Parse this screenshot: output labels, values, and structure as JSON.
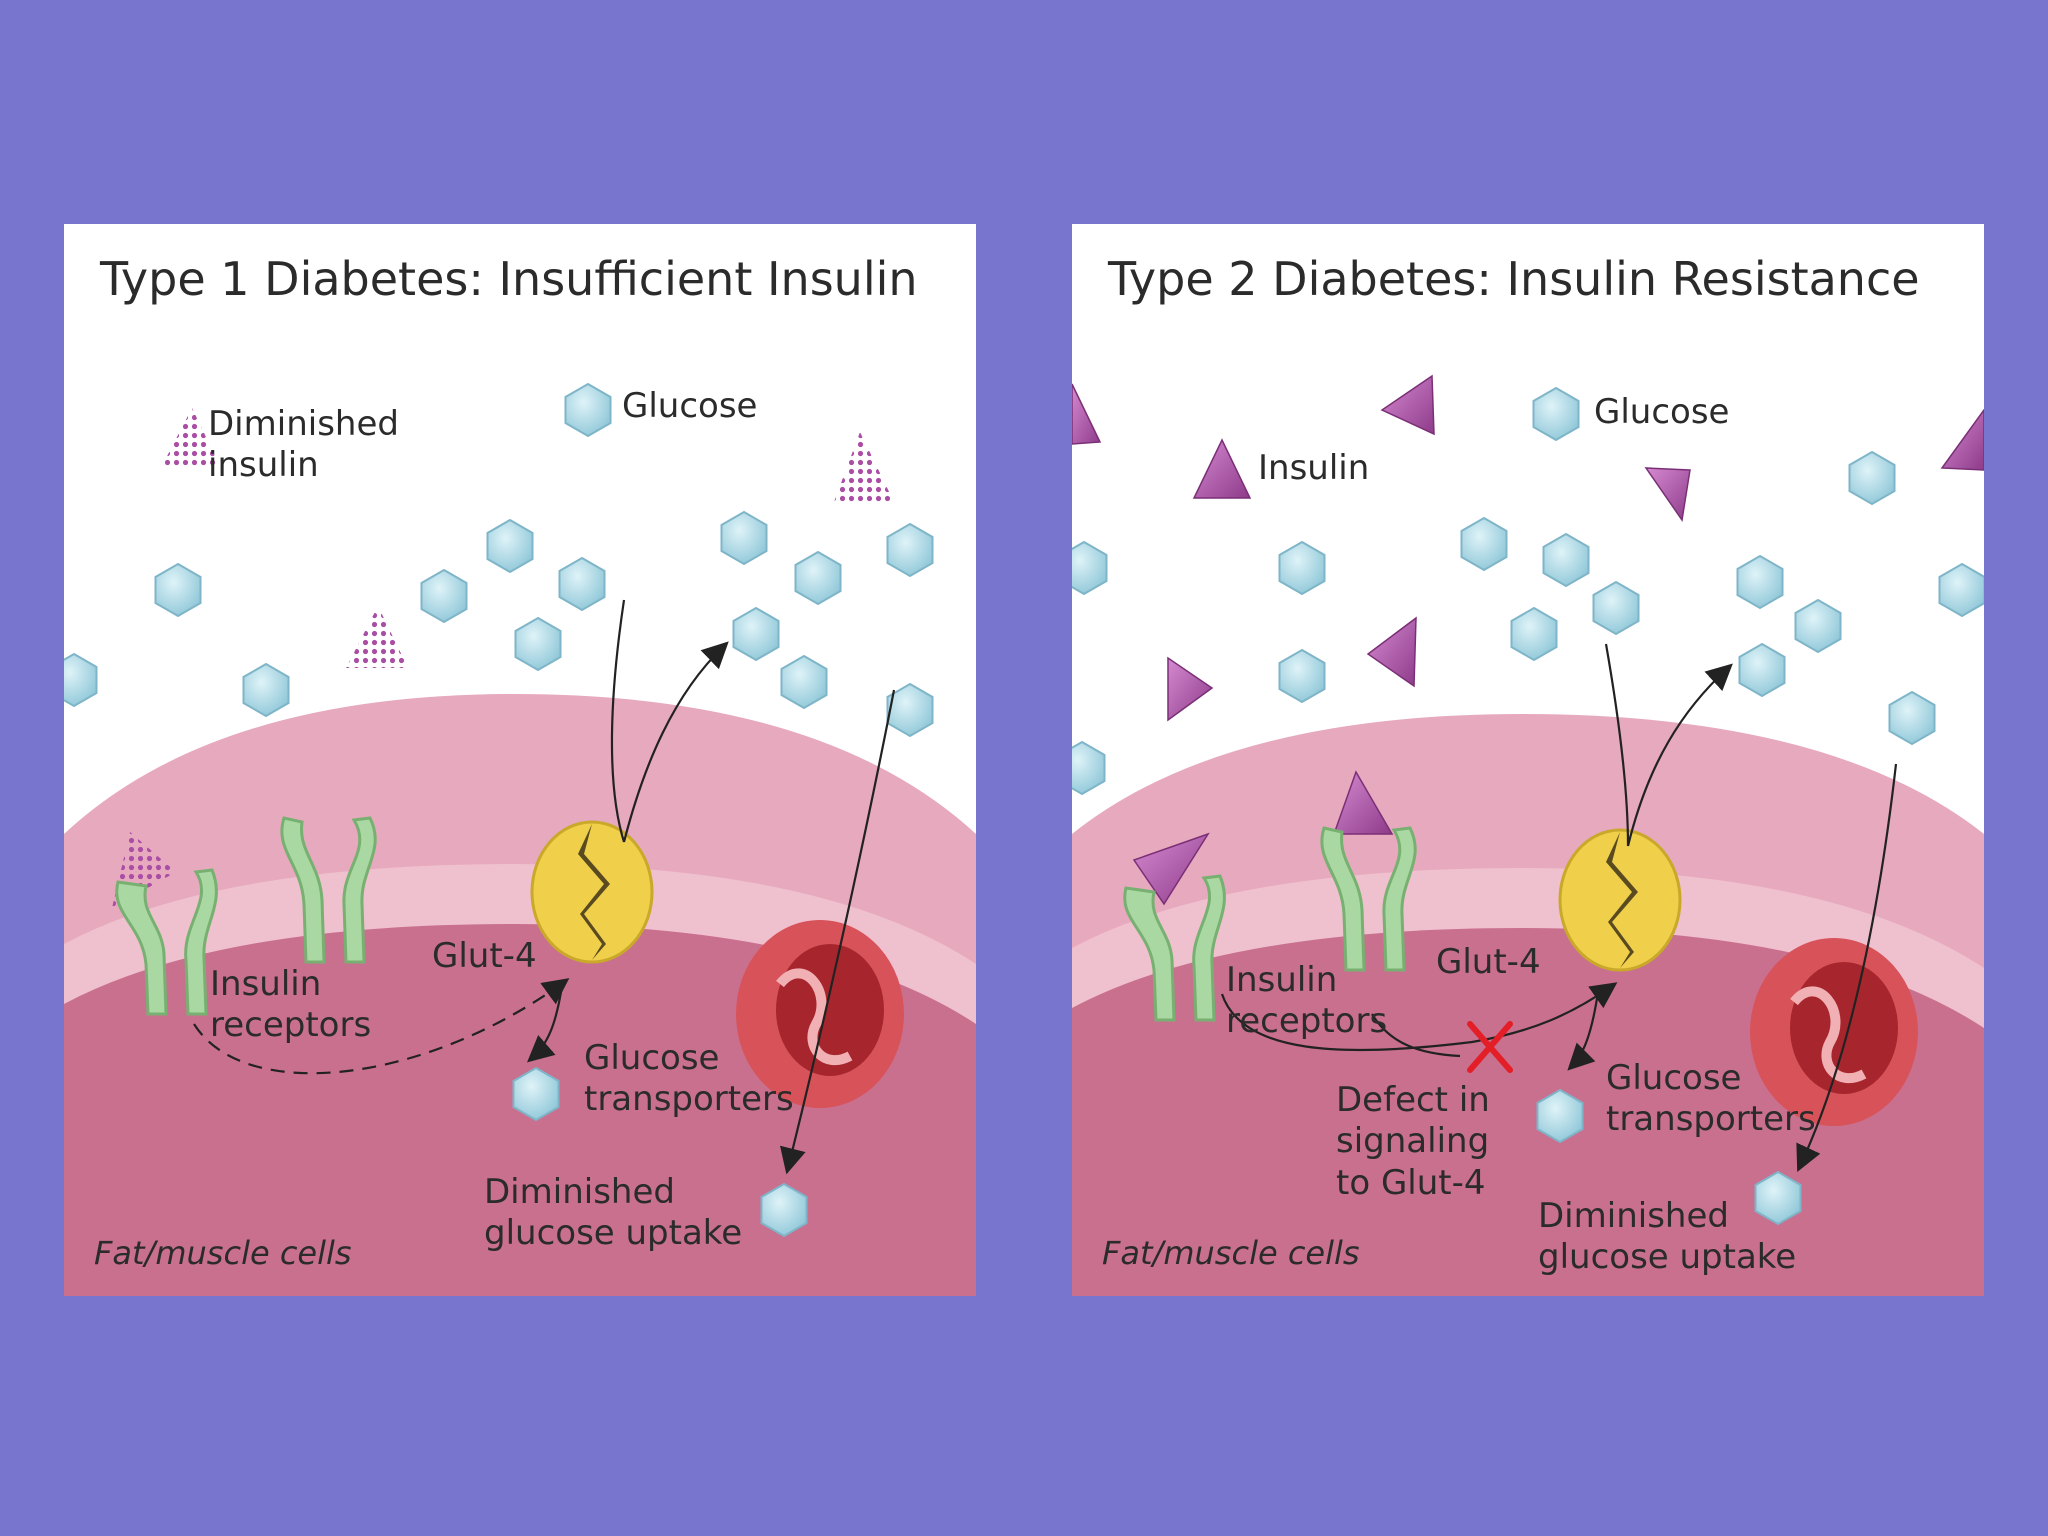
{
  "colors": {
    "background": "#7775cd",
    "glucose": "#a6d6e4",
    "insulin": "#a94ea4",
    "cell_membrane": "#e7a9bd",
    "cell_interior": "#c9708f",
    "receptor": "#a9d8a2",
    "glut4": "#f0d04b",
    "defect_mark": "#e41e26"
  },
  "panels": [
    {
      "title": "Type 1 Diabetes: Insufficient Insulin",
      "labels": {
        "insulin_legend": "Diminished\ninsulin",
        "glucose_legend": "Glucose",
        "glut4": "Glut-4",
        "receptors": "Insulin\nreceptors",
        "transporters": "Glucose\ntransporters",
        "uptake": "Diminished\nglucose uptake",
        "cells": "Fat/muscle cells"
      }
    },
    {
      "title": "Type 2 Diabetes: Insulin Resistance",
      "labels": {
        "insulin_legend": "Insulin",
        "glucose_legend": "Glucose",
        "glut4": "Glut-4",
        "receptors": "Insulin\nreceptors",
        "defect": "Defect in\nsignaling\nto Glut-4",
        "transporters": "Glucose\ntransporters",
        "uptake": "Diminished\nglucose uptake",
        "cells": "Fat/muscle cells"
      }
    }
  ],
  "icons": [
    "glucose-hexagon-icon",
    "insulin-triangle-icon",
    "dotted-insulin-icon",
    "insulin-receptor-icon",
    "glut4-transporter-icon",
    "vesicle-icon",
    "defect-x-icon"
  ]
}
